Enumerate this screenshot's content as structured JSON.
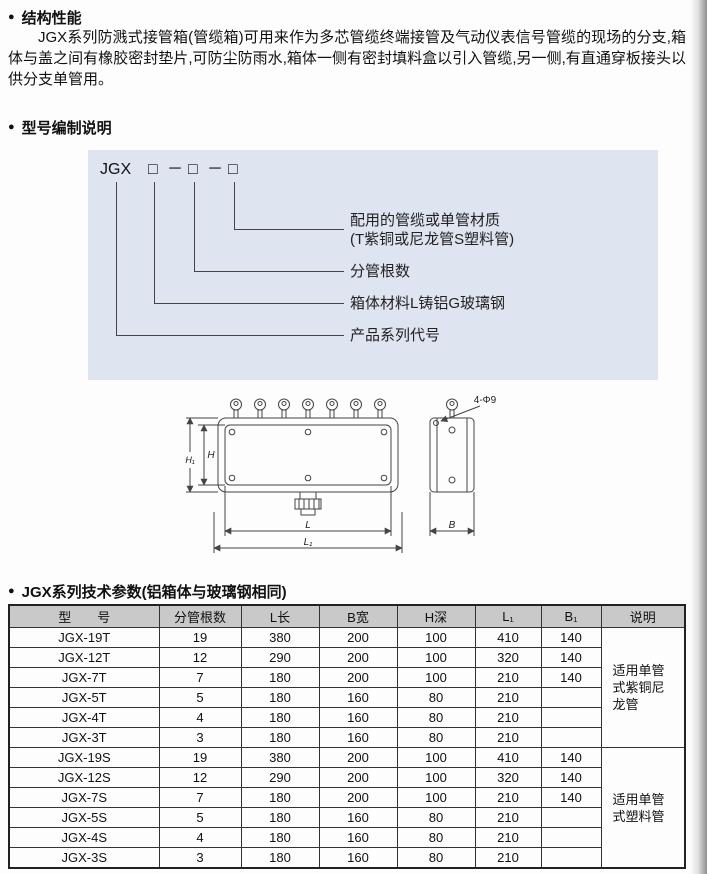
{
  "colors": {
    "panel_bg": "#dfe4f1",
    "table_header_bg": "#c9c9c9"
  },
  "sections": {
    "structure": {
      "bullet": "●",
      "title": "结构性能",
      "body": "JGX系列防溅式接管箱(管缆箱)可用来作为多芯管缆终端接管及气动仪表信号管缆的现场的分支,箱体与盖之间有橡胶密封垫片,可防尘防雨水,箱体一侧有密封填料盒以引入管缆,另一侧,有直通穿板接头以供分支单管用。"
    },
    "model_legend": {
      "bullet": "●",
      "title": "型号编制说明",
      "code": "JGX",
      "box": "□",
      "dash": "－",
      "labels": [
        "配用的管缆或单管材质",
        "(T紫铜或尼龙管S塑料管)",
        "分管根数",
        "箱体材料L铸铝G玻璃钢",
        "产品系列代号"
      ]
    },
    "drawing": {
      "dims": {
        "h": "H",
        "h1": "H₁",
        "l": "L",
        "l1": "L₁",
        "b": "B",
        "holes": "4-Φ9"
      }
    },
    "params": {
      "bullet": "●",
      "title": "JGX系列技术参数(铝箱体与玻璃钢相同)",
      "table": {
        "headers": [
          "型　　号",
          "分管根数",
          "L长",
          "B宽",
          "H深",
          "L₁",
          "B₁",
          "说明"
        ],
        "rows": [
          [
            "JGX-19T",
            "19",
            "380",
            "200",
            "100",
            "410",
            "140"
          ],
          [
            "JGX-12T",
            "12",
            "290",
            "200",
            "100",
            "320",
            "140"
          ],
          [
            "JGX-7T",
            "7",
            "180",
            "200",
            "100",
            "210",
            "140"
          ],
          [
            "JGX-5T",
            "5",
            "180",
            "160",
            "80",
            "210",
            ""
          ],
          [
            "JGX-4T",
            "4",
            "180",
            "160",
            "80",
            "210",
            ""
          ],
          [
            "JGX-3T",
            "3",
            "180",
            "160",
            "80",
            "210",
            ""
          ],
          [
            "JGX-19S",
            "19",
            "380",
            "200",
            "100",
            "410",
            "140"
          ],
          [
            "JGX-12S",
            "12",
            "290",
            "200",
            "100",
            "320",
            "140"
          ],
          [
            "JGX-7S",
            "7",
            "180",
            "200",
            "100",
            "210",
            "140"
          ],
          [
            "JGX-5S",
            "5",
            "180",
            "160",
            "80",
            "210",
            ""
          ],
          [
            "JGX-4S",
            "4",
            "180",
            "160",
            "80",
            "210",
            ""
          ],
          [
            "JGX-3S",
            "3",
            "180",
            "160",
            "80",
            "210",
            ""
          ]
        ],
        "notes": [
          "适用单管式紫铜尼龙管",
          "适用单管式塑料管"
        ]
      }
    }
  }
}
